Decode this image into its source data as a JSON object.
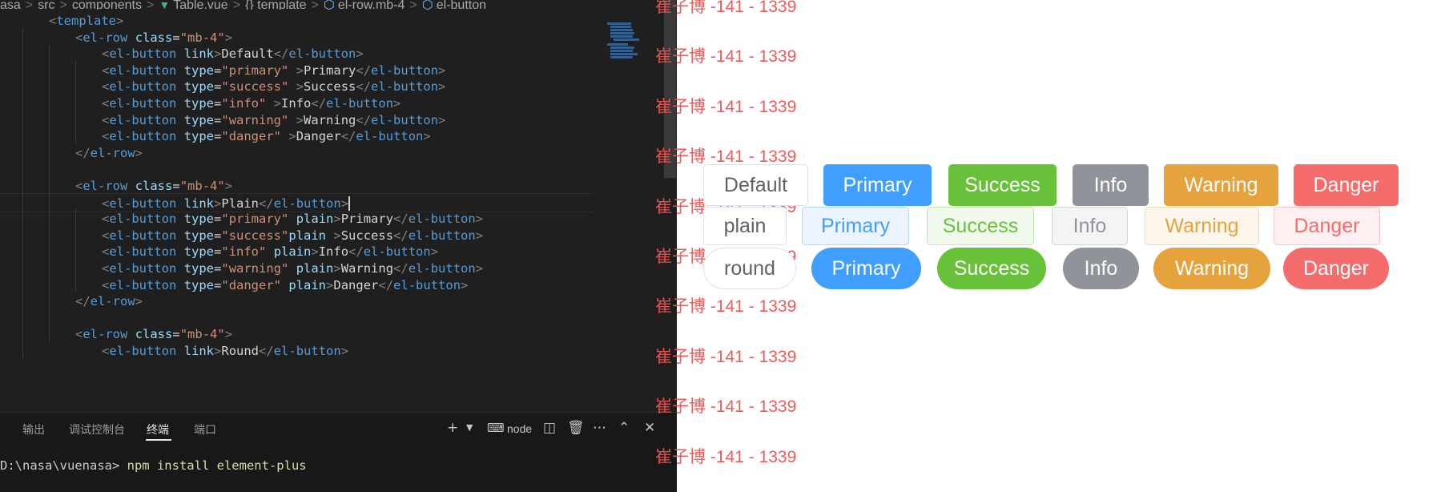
{
  "breadcrumb": {
    "items": [
      "asa",
      "src",
      "components",
      "Table.vue",
      "{} template",
      "el-row.mb-4",
      "el-button"
    ],
    "separator": ">"
  },
  "code": {
    "lines": [
      [
        [
          "punct",
          "<"
        ],
        [
          "tag",
          "template"
        ],
        [
          "punct",
          ">"
        ]
      ],
      [
        [
          "punct",
          "<"
        ],
        [
          "tag",
          "el-row"
        ],
        [
          "text",
          " "
        ],
        [
          "attr",
          "class"
        ],
        [
          "text",
          "="
        ],
        [
          "str",
          "\"mb-4\""
        ],
        [
          "punct",
          ">"
        ]
      ],
      [
        [
          "punct",
          "<"
        ],
        [
          "tag",
          "el-button"
        ],
        [
          "text",
          " "
        ],
        [
          "attr",
          "link"
        ],
        [
          "punct",
          ">"
        ],
        [
          "text",
          "Default"
        ],
        [
          "punct",
          "</"
        ],
        [
          "tag",
          "el-button"
        ],
        [
          "punct",
          ">"
        ]
      ],
      [
        [
          "punct",
          "<"
        ],
        [
          "tag",
          "el-button"
        ],
        [
          "text",
          " "
        ],
        [
          "attr",
          "type"
        ],
        [
          "text",
          "="
        ],
        [
          "str",
          "\"primary\""
        ],
        [
          "text",
          " "
        ],
        [
          "punct",
          ">"
        ],
        [
          "text",
          "Primary"
        ],
        [
          "punct",
          "</"
        ],
        [
          "tag",
          "el-button"
        ],
        [
          "punct",
          ">"
        ]
      ],
      [
        [
          "punct",
          "<"
        ],
        [
          "tag",
          "el-button"
        ],
        [
          "text",
          " "
        ],
        [
          "attr",
          "type"
        ],
        [
          "text",
          "="
        ],
        [
          "str",
          "\"success\""
        ],
        [
          "text",
          " "
        ],
        [
          "punct",
          ">"
        ],
        [
          "text",
          "Success"
        ],
        [
          "punct",
          "</"
        ],
        [
          "tag",
          "el-button"
        ],
        [
          "punct",
          ">"
        ]
      ],
      [
        [
          "punct",
          "<"
        ],
        [
          "tag",
          "el-button"
        ],
        [
          "text",
          " "
        ],
        [
          "attr",
          "type"
        ],
        [
          "text",
          "="
        ],
        [
          "str",
          "\"info\""
        ],
        [
          "text",
          " "
        ],
        [
          "punct",
          ">"
        ],
        [
          "text",
          "Info"
        ],
        [
          "punct",
          "</"
        ],
        [
          "tag",
          "el-button"
        ],
        [
          "punct",
          ">"
        ]
      ],
      [
        [
          "punct",
          "<"
        ],
        [
          "tag",
          "el-button"
        ],
        [
          "text",
          " "
        ],
        [
          "attr",
          "type"
        ],
        [
          "text",
          "="
        ],
        [
          "str",
          "\"warning\""
        ],
        [
          "text",
          " "
        ],
        [
          "punct",
          ">"
        ],
        [
          "text",
          "Warning"
        ],
        [
          "punct",
          "</"
        ],
        [
          "tag",
          "el-button"
        ],
        [
          "punct",
          ">"
        ]
      ],
      [
        [
          "punct",
          "<"
        ],
        [
          "tag",
          "el-button"
        ],
        [
          "text",
          " "
        ],
        [
          "attr",
          "type"
        ],
        [
          "text",
          "="
        ],
        [
          "str",
          "\"danger\""
        ],
        [
          "text",
          " "
        ],
        [
          "punct",
          ">"
        ],
        [
          "text",
          "Danger"
        ],
        [
          "punct",
          "</"
        ],
        [
          "tag",
          "el-button"
        ],
        [
          "punct",
          ">"
        ]
      ],
      [
        [
          "punct",
          "</"
        ],
        [
          "tag",
          "el-row"
        ],
        [
          "punct",
          ">"
        ]
      ],
      [],
      [
        [
          "punct",
          "<"
        ],
        [
          "tag",
          "el-row"
        ],
        [
          "text",
          " "
        ],
        [
          "attr",
          "class"
        ],
        [
          "text",
          "="
        ],
        [
          "str",
          "\"mb-4\""
        ],
        [
          "punct",
          ">"
        ]
      ],
      [
        [
          "punct",
          "<"
        ],
        [
          "tag",
          "el-button"
        ],
        [
          "text",
          " "
        ],
        [
          "attr",
          "link"
        ],
        [
          "punct",
          ">"
        ],
        [
          "text",
          "Plain"
        ],
        [
          "punct",
          "</"
        ],
        [
          "tag",
          "el-button"
        ],
        [
          "punct",
          ">"
        ]
      ],
      [
        [
          "punct",
          "<"
        ],
        [
          "tag",
          "el-button"
        ],
        [
          "text",
          " "
        ],
        [
          "attr",
          "type"
        ],
        [
          "text",
          "="
        ],
        [
          "str",
          "\"primary\""
        ],
        [
          "text",
          " "
        ],
        [
          "attr",
          "plain"
        ],
        [
          "punct",
          ">"
        ],
        [
          "text",
          "Primary"
        ],
        [
          "punct",
          "</"
        ],
        [
          "tag",
          "el-button"
        ],
        [
          "punct",
          ">"
        ]
      ],
      [
        [
          "punct",
          "<"
        ],
        [
          "tag",
          "el-button"
        ],
        [
          "text",
          " "
        ],
        [
          "attr",
          "type"
        ],
        [
          "text",
          "="
        ],
        [
          "str",
          "\"success\""
        ],
        [
          "attr",
          "plain"
        ],
        [
          "text",
          " "
        ],
        [
          "punct",
          ">"
        ],
        [
          "text",
          "Success"
        ],
        [
          "punct",
          "</"
        ],
        [
          "tag",
          "el-button"
        ],
        [
          "punct",
          ">"
        ]
      ],
      [
        [
          "punct",
          "<"
        ],
        [
          "tag",
          "el-button"
        ],
        [
          "text",
          " "
        ],
        [
          "attr",
          "type"
        ],
        [
          "text",
          "="
        ],
        [
          "str",
          "\"info\""
        ],
        [
          "text",
          " "
        ],
        [
          "attr",
          "plain"
        ],
        [
          "punct",
          ">"
        ],
        [
          "text",
          "Info"
        ],
        [
          "punct",
          "</"
        ],
        [
          "tag",
          "el-button"
        ],
        [
          "punct",
          ">"
        ]
      ],
      [
        [
          "punct",
          "<"
        ],
        [
          "tag",
          "el-button"
        ],
        [
          "text",
          " "
        ],
        [
          "attr",
          "type"
        ],
        [
          "text",
          "="
        ],
        [
          "str",
          "\"warning\""
        ],
        [
          "text",
          " "
        ],
        [
          "attr",
          "plain"
        ],
        [
          "punct",
          ">"
        ],
        [
          "text",
          "Warning"
        ],
        [
          "punct",
          "</"
        ],
        [
          "tag",
          "el-button"
        ],
        [
          "punct",
          ">"
        ]
      ],
      [
        [
          "punct",
          "<"
        ],
        [
          "tag",
          "el-button"
        ],
        [
          "text",
          " "
        ],
        [
          "attr",
          "type"
        ],
        [
          "text",
          "="
        ],
        [
          "str",
          "\"danger\""
        ],
        [
          "text",
          " "
        ],
        [
          "attr",
          "plain"
        ],
        [
          "punct",
          ">"
        ],
        [
          "text",
          "Danger"
        ],
        [
          "punct",
          "</"
        ],
        [
          "tag",
          "el-button"
        ],
        [
          "punct",
          ">"
        ]
      ],
      [
        [
          "punct",
          "</"
        ],
        [
          "tag",
          "el-row"
        ],
        [
          "punct",
          ">"
        ]
      ],
      [],
      [
        [
          "punct",
          "<"
        ],
        [
          "tag",
          "el-row"
        ],
        [
          "text",
          " "
        ],
        [
          "attr",
          "class"
        ],
        [
          "text",
          "="
        ],
        [
          "str",
          "\"mb-4\""
        ],
        [
          "punct",
          ">"
        ]
      ],
      [
        [
          "punct",
          "<"
        ],
        [
          "tag",
          "el-button"
        ],
        [
          "text",
          " "
        ],
        [
          "attr",
          "link"
        ],
        [
          "punct",
          ">"
        ],
        [
          "text",
          "Round"
        ],
        [
          "punct",
          "</"
        ],
        [
          "tag",
          "el-button"
        ],
        [
          "punct",
          ">"
        ]
      ]
    ],
    "indent_levels": [
      1,
      2,
      3,
      3,
      3,
      3,
      3,
      3,
      2,
      0,
      2,
      3,
      3,
      3,
      3,
      3,
      3,
      2,
      0,
      2,
      3
    ],
    "cursor_line": 11
  },
  "panel": {
    "tabs": [
      {
        "label": "输出",
        "active": false
      },
      {
        "label": "调试控制台",
        "active": false
      },
      {
        "label": "终端",
        "active": true
      },
      {
        "label": "端口",
        "active": false
      }
    ],
    "terminal_name": "node",
    "terminal": {
      "prompt": "D:\\nasa\\vuenasa> ",
      "command": "npm install element-plus"
    }
  },
  "watermark": {
    "text": "崔子博 -141 - 1339",
    "count": 10
  },
  "preview": {
    "rows": [
      {
        "name": "default-row",
        "buttons": [
          {
            "label": "Default",
            "variant": "link"
          },
          {
            "label": "Primary",
            "variant": "primary"
          },
          {
            "label": "Success",
            "variant": "success"
          },
          {
            "label": "Info",
            "variant": "info"
          },
          {
            "label": "Warning",
            "variant": "warning"
          },
          {
            "label": "Danger",
            "variant": "danger"
          }
        ]
      },
      {
        "name": "plain-row",
        "buttons": [
          {
            "label": "plain",
            "variant": "link"
          },
          {
            "label": "Primary",
            "variant": "primary-plain"
          },
          {
            "label": "Success",
            "variant": "success-plain"
          },
          {
            "label": "Info",
            "variant": "info-plain"
          },
          {
            "label": "Warning",
            "variant": "warning-plain"
          },
          {
            "label": "Danger",
            "variant": "danger-plain"
          }
        ]
      },
      {
        "name": "round-row",
        "buttons": [
          {
            "label": "round",
            "variant": "link-round"
          },
          {
            "label": "Primary",
            "variant": "primary-round"
          },
          {
            "label": "Success",
            "variant": "success-round"
          },
          {
            "label": "Info",
            "variant": "info-round"
          },
          {
            "label": "Warning",
            "variant": "warning-round"
          },
          {
            "label": "Danger",
            "variant": "danger-round"
          }
        ]
      }
    ]
  },
  "colors": {
    "primary": "#409eff",
    "success": "#67c23a",
    "info": "#909399",
    "warning": "#e6a23c",
    "danger": "#f56c6c",
    "editor_bg": "#1f1f1f"
  }
}
